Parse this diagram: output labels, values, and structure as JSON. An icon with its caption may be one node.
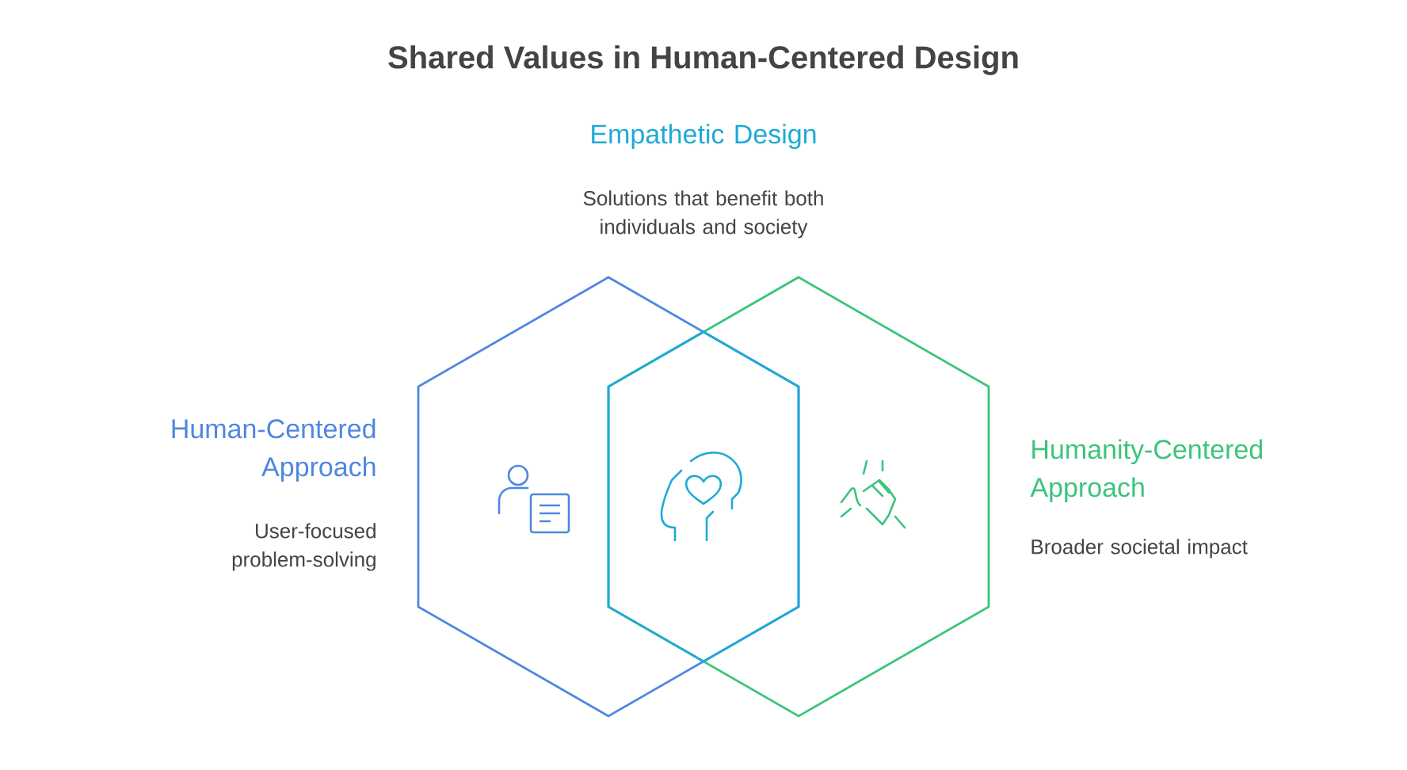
{
  "diagram": {
    "title": "Shared Values in Human-Centered Design",
    "nodes": [
      {
        "text": [
          "Human-Centered Approach",
          "User-focused problem-solving"
        ]
      },
      {
        "text": [
          "Humanity-Centered Approach",
          "Broader societal impact"
        ]
      },
      {
        "text": [],
        "shape": "hexagon",
        "beside": [
          "Empathetic Design",
          "Solutions that benefit both individuals and society"
        ]
      }
    ]
  }
}
